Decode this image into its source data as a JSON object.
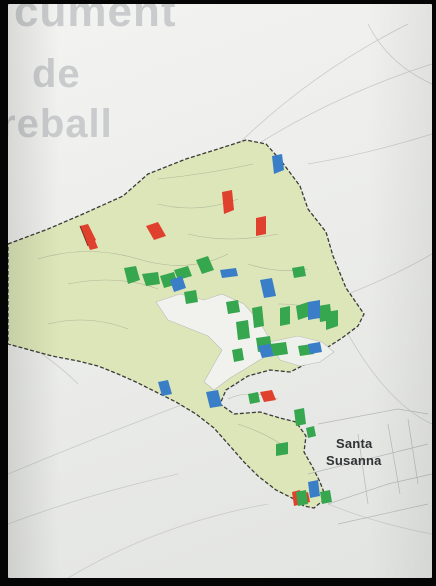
{
  "title": {
    "line1": "cument",
    "line2": "de",
    "line3": "reball"
  },
  "place": {
    "line1": "Santa",
    "line2": "Susanna"
  },
  "colors": {
    "territory": "#dde6b8",
    "territory_border": "#3a3a3a",
    "urban": "#f1f2ee",
    "flag_red": "#e0402e",
    "flag_green": "#36a64f",
    "flag_blue": "#3a7ec8"
  },
  "map": {
    "flag_counts": {
      "red": 8,
      "green": 24,
      "blue": 10
    }
  }
}
